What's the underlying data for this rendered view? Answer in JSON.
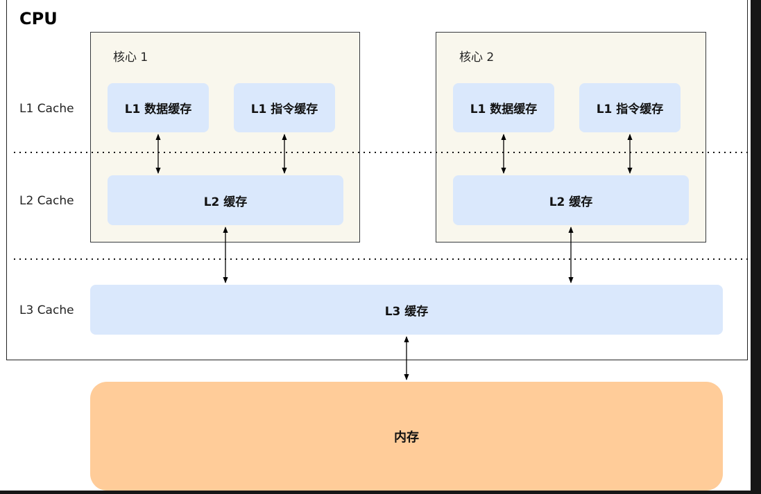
{
  "cpu": {
    "title": "CPU"
  },
  "levels": {
    "l1": "L1 Cache",
    "l2": "L2 Cache",
    "l3": "L3 Cache"
  },
  "cores": [
    {
      "label": "核心 1",
      "l1_data": "L1 数据缓存",
      "l1_instr": "L1 指令缓存",
      "l2": "L2 缓存"
    },
    {
      "label": "核心 2",
      "l1_data": "L1 数据缓存",
      "l1_instr": "L1 指令缓存",
      "l2": "L2 缓存"
    }
  ],
  "l3": {
    "label": "L3 缓存"
  },
  "memory": {
    "label": "内存"
  },
  "colors": {
    "core_fill": "#f9f7ed",
    "cache_fill": "#dae8fc",
    "memory_fill": "#ffcc99"
  }
}
